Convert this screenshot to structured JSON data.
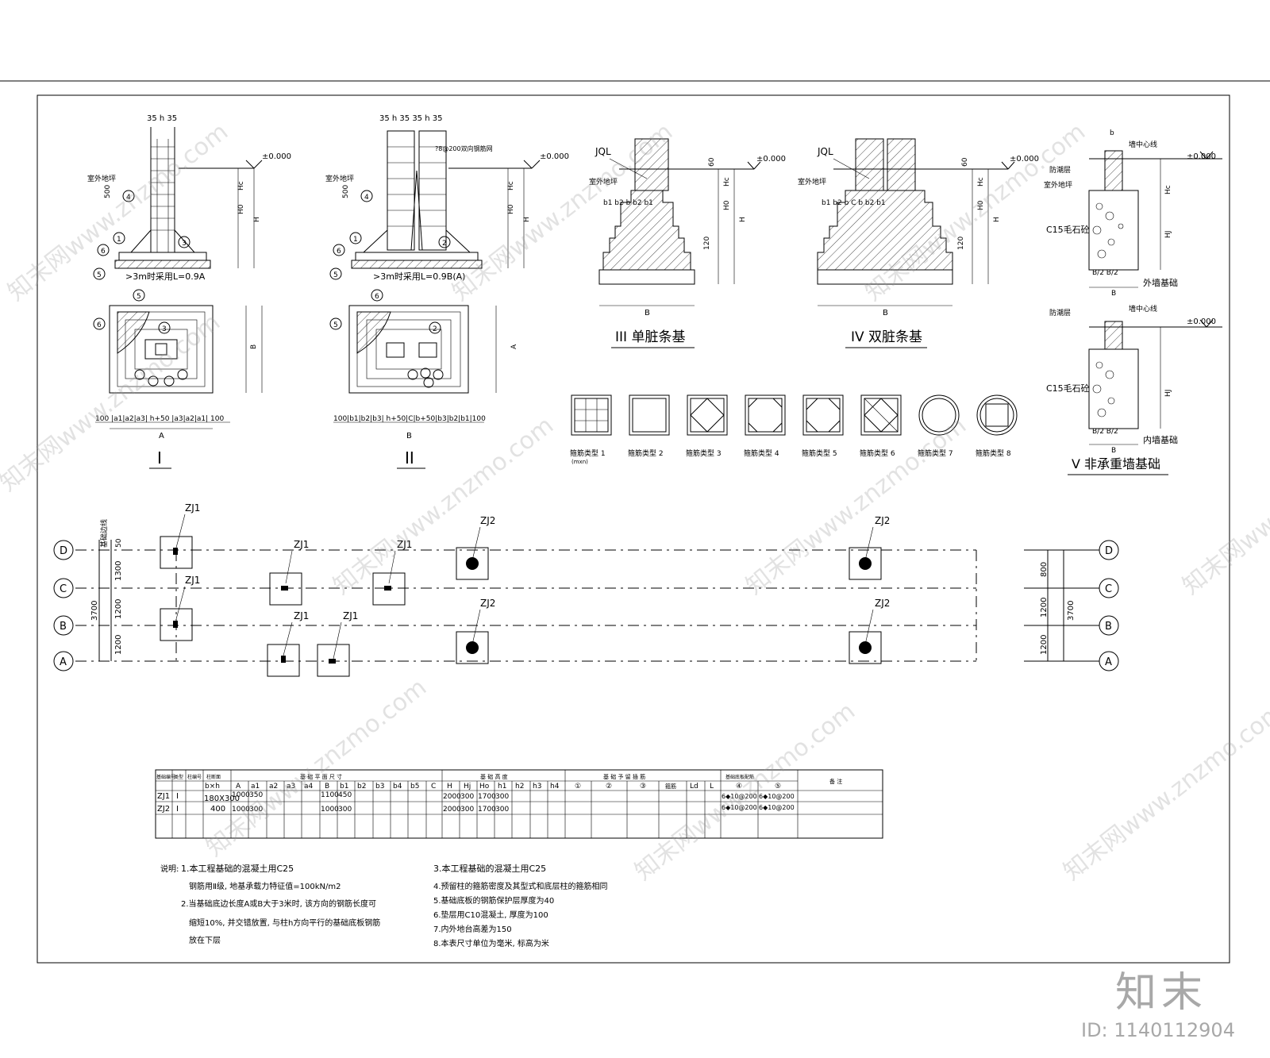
{
  "sections": {
    "s1": {
      "label": "I",
      "note": ">3m时采用L=0.9A",
      "width": "A",
      "dims_top": "35  h  35",
      "level": "±0.000"
    },
    "s2": {
      "label": "II",
      "note": ">3m时采用L=0.9B(A)",
      "width": "B",
      "dims_top": "35  h  35 35  h  35",
      "level": "±0.000",
      "rebar": "?8@200双向钢筋网"
    },
    "s3": {
      "label": "III 单脏条基",
      "tag": "JQL",
      "width": "B",
      "level": "±0.000"
    },
    "s4": {
      "label": "IV 双脏条基",
      "tag": "JQL",
      "width": "B",
      "level": "±0.000"
    },
    "s5": {
      "label": "V 非承重墙基础",
      "outer": "外墙基础",
      "inner": "内墙基础",
      "mat": "C15毛石砼",
      "damp": "防潮层",
      "wall_axis": "墙中心线",
      "level": "±0.000"
    }
  },
  "common_labels": {
    "outdoor": "室外地坪",
    "hc": "Hc",
    "h0": "H0",
    "h": "H",
    "hj": "HJ",
    "b": "b",
    "b2": "B/2",
    "h60": "60",
    "d100": "100",
    "d120": "120",
    "d500": "500"
  },
  "stirrups": [
    {
      "label": "箍筋类型 1",
      "sub": "(mxn)"
    },
    {
      "label": "箍筋类型 2"
    },
    {
      "label": "箍筋类型 3"
    },
    {
      "label": "箍筋类型 4"
    },
    {
      "label": "箍筋类型 5"
    },
    {
      "label": "箍筋类型 6"
    },
    {
      "label": "箍筋类型 7"
    },
    {
      "label": "箍筋类型 8"
    }
  ],
  "plan": {
    "axes": [
      "D",
      "C",
      "B",
      "A"
    ],
    "dims_left": [
      "1300",
      "1200",
      "1200"
    ],
    "total_left": "3700",
    "dims_right": [
      "800",
      "1200",
      "1200"
    ],
    "total_right": "3700",
    "small_dim": "50",
    "tags": {
      "zj1": "ZJ1",
      "zj2": "ZJ2"
    },
    "side_label": "基础边线"
  },
  "table": {
    "header1": [
      "基础编号",
      "类型",
      "柱编号",
      "柱断面",
      "基 础 平 面 尺 寸",
      "基 础 高 度",
      "基 础 予 留 插 筋",
      "基础底板配筋",
      "备 注"
    ],
    "header2": [
      "b×h",
      "A",
      "a1",
      "a2",
      "a3",
      "a4",
      "B",
      "b1",
      "b2",
      "b3",
      "b4",
      "b5",
      "C",
      "H",
      "Hj",
      "Ho",
      "h1",
      "h2",
      "h3",
      "h4",
      "①",
      "②",
      "③",
      "箍筋",
      "Ld",
      "L",
      "④",
      "⑤"
    ],
    "rows": [
      {
        "id": "ZJ1",
        "type": "I",
        "bxh": "180X300",
        "A": "1000",
        "a1": "350",
        "B": "1100",
        "b1": "450",
        "H": "2000",
        "Hj": "300",
        "Ho": "1700",
        "h1": "300",
        "r4": "6◆10@200",
        "r5": "6◆10@200"
      },
      {
        "id": "ZJ2",
        "type": "I",
        "bxh": "400",
        "A": "1000",
        "a1": "300",
        "B": "1000",
        "b1": "300",
        "H": "2000",
        "Hj": "300",
        "Ho": "1700",
        "h1": "300",
        "r4": "6◆10@200",
        "r5": "6◆10@200"
      }
    ]
  },
  "notes": {
    "title": "说明:",
    "n1": "1.本工程基础的混凝土用C25",
    "n1b": "钢筋用Ⅱ级, 地基承载力特征值=100kN/m2",
    "n2": "2.当基础底边长度A或B大于3米时, 该方向的钢筋长度可",
    "n2b": "缩短10%, 并交错放置, 与柱h方向平行的基础底板钢筋",
    "n2c": "放在下层",
    "n3": "3.本工程基础的混凝土用C25",
    "n4": "4.预留柱的箍筋密度及其型式和底层柱的箍筋相同",
    "n5": "5.基础底板的钢筋保护层厚度为40",
    "n6": "6.垫层用C10混凝土, 厚度为100",
    "n7": "7.内外地台高差为150",
    "n8": "8.本表尺寸单位为毫米, 标高为米"
  },
  "watermark": "知末网www.znzmo.com",
  "brand": {
    "logo": "知末",
    "id": "ID: 1140112904"
  }
}
